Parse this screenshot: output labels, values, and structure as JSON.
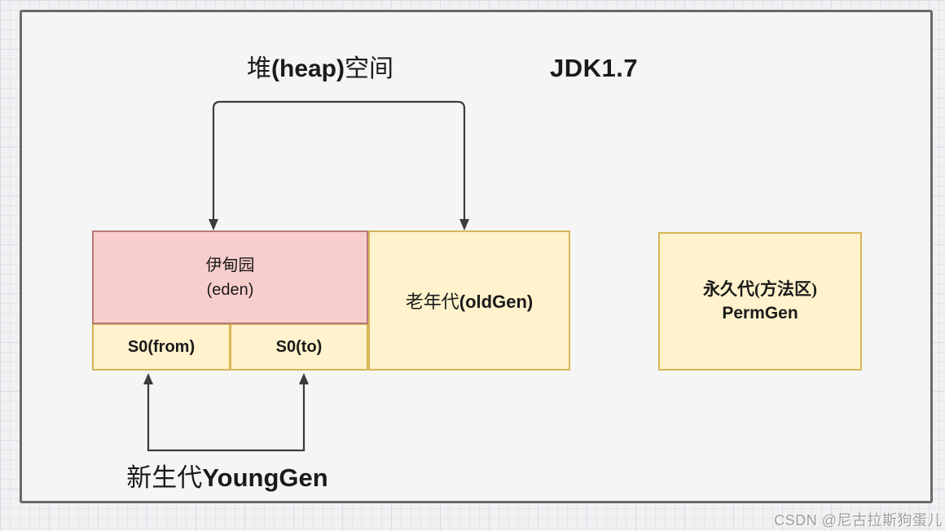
{
  "diagram": {
    "heap_title": {
      "cn_left": "堆",
      "latin": "(heap)",
      "cn_right": "空间"
    },
    "version_label": "JDK1.7",
    "boxes": {
      "eden": {
        "line1": "伊甸园",
        "line2": "(eden)"
      },
      "s0_from": {
        "label": "S0(from)"
      },
      "s0_to": {
        "label": "S0(to)"
      },
      "old_gen": {
        "cn": "老年代",
        "latin": "(oldGen)"
      },
      "perm_gen": {
        "line1": "永久代(方法区)",
        "line2": "PermGen"
      }
    },
    "young_gen_label": {
      "cn": "新生代",
      "latin": "YoungGen"
    }
  },
  "watermark": "CSDN @尼古拉斯狗蛋儿",
  "colors": {
    "eden_fill": "#f8cecc",
    "eden_border": "#b97a76",
    "yellow_fill": "#fff2cc",
    "yellow_border": "#d6b656",
    "arrow_color": "#3c3c3c",
    "frame_border": "#6a6a6a"
  }
}
